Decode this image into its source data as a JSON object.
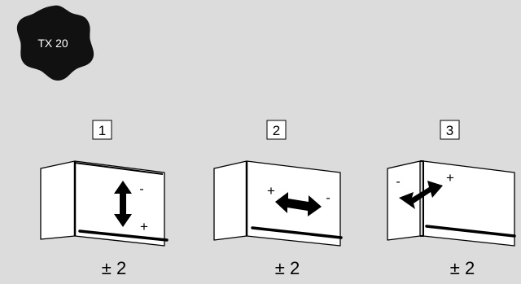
{
  "tool": {
    "label": "TX 20",
    "icon": "torx-bit-icon"
  },
  "steps": [
    {
      "number": "1",
      "adjustment": "± 2",
      "direction": "vertical",
      "sign_a": "-",
      "sign_b": "+"
    },
    {
      "number": "2",
      "adjustment": "± 2",
      "direction": "horizontal",
      "sign_a": "+",
      "sign_b": "-"
    },
    {
      "number": "3",
      "adjustment": "± 2",
      "direction": "depth",
      "sign_a": "-",
      "sign_b": "+"
    }
  ],
  "colors": {
    "background": "#dcdcdc",
    "ink": "#000000",
    "cabinet": "#ffffff"
  }
}
